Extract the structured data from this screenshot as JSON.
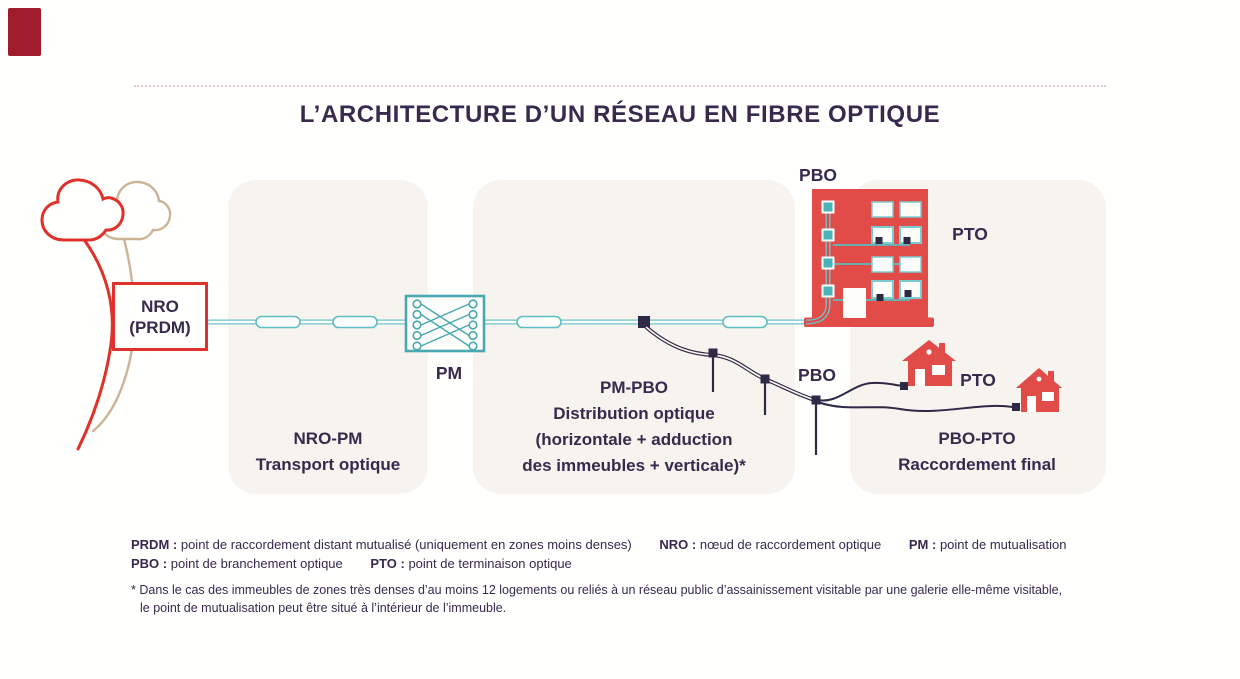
{
  "title": "L’ARCHITECTURE D’UN RÉSEAU EN FIBRE OPTIQUE",
  "diagram": {
    "nro_box": {
      "line1": "NRO",
      "line2": "(PRDM)"
    },
    "pm_label": "PM",
    "pbo_building_label": "PBO",
    "pto_building_label": "PTO",
    "pbo_pole_label": "PBO",
    "pto_houses_label": "PTO",
    "sections": [
      {
        "name": "NRO-PM",
        "lines": [
          "NRO-PM",
          "Transport optique"
        ]
      },
      {
        "name": "PM-PBO",
        "lines": [
          "PM-PBO",
          "Distribution optique",
          "(horizontale + adduction",
          "des immeubles + verticale)*"
        ]
      },
      {
        "name": "PBO-PTO",
        "lines": [
          "PBO-PTO",
          "Raccordement final"
        ]
      }
    ]
  },
  "legend": {
    "row1": [
      {
        "term": "PRDM :",
        "def": "point de raccordement distant mutualisé (uniquement en zones moins denses)"
      },
      {
        "term": "NRO :",
        "def": "nœud de raccordement optique"
      },
      {
        "term": "PM :",
        "def": "point de mutualisation"
      }
    ],
    "row2": [
      {
        "term": "PBO :",
        "def": "point de branchement optique"
      },
      {
        "term": "PTO :",
        "def": "point de terminaison optique"
      }
    ]
  },
  "footnote": {
    "line1": "* Dans le cas des immeubles de zones très denses d’au moins 12 logements ou reliés à un réseau public d’assainissement visitable par une galerie elle-même visitable,",
    "line2": "le point de mutualisation peut être situé à l’intérieur de l’immeuble."
  },
  "colors": {
    "accent_red": "#e0312a",
    "building_red": "#e14b48",
    "teal_cable": "#6cc4c9",
    "teal_dark": "#49a8b0",
    "dark_purple_text": "#38294d",
    "wire_dark": "#2e2945",
    "panel_beige": "#f7f3ee",
    "tan": "#ccb296",
    "divider_pink": "#eac4cb",
    "corner_mark": "#9e1c2c"
  }
}
